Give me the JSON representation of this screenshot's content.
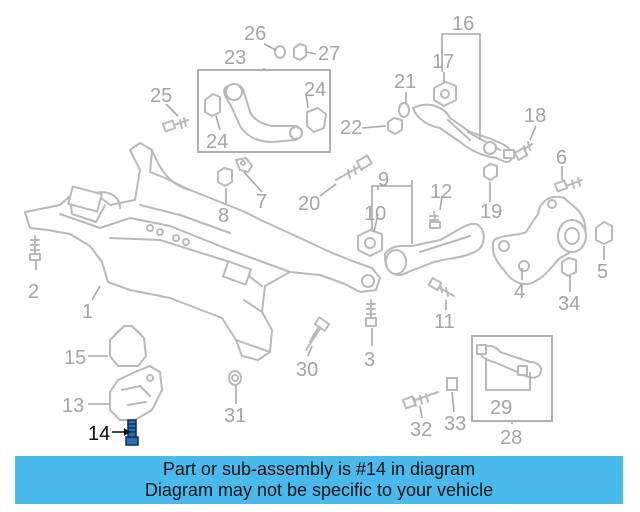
{
  "diagram": {
    "callouts": [
      "1",
      "2",
      "3",
      "4",
      "5",
      "6",
      "7",
      "8",
      "9",
      "10",
      "11",
      "12",
      "13",
      "14",
      "15",
      "16",
      "17",
      "18",
      "19",
      "20",
      "21",
      "22",
      "23",
      "24",
      "24",
      "25",
      "26",
      "27",
      "28",
      "29",
      "30",
      "31",
      "32",
      "33",
      "34"
    ],
    "highlighted_part": "14",
    "colors": {
      "parts": "#b9b9b9",
      "labels": "#a4a4a4",
      "highlight": "#111111"
    }
  },
  "banner": {
    "line1": "Part or sub-assembly is #14 in diagram",
    "line2": "Diagram may not be specific to your vehicle",
    "background": "#4ab9ec"
  }
}
